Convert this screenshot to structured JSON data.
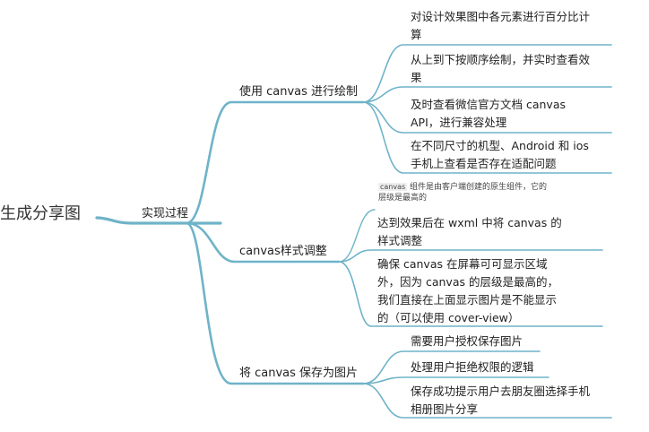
{
  "root": {
    "label": "生成分享图"
  },
  "level1": {
    "label": "实现过程"
  },
  "branches": [
    {
      "label": "使用 canvas 进行绘制",
      "children": [
        {
          "line1": "对设计效果图中各元素进行百分比计",
          "line2": "算"
        },
        {
          "line1": "从上到下按顺序绘制，并实时查看效",
          "line2": "果"
        },
        {
          "line1": "及时查看微信官方文档 canvas",
          "line2": "API，进行兼容处理"
        },
        {
          "line1": "在不同尺寸的机型、Android 和 ios",
          "line2": "手机上查看是否存在适配问题"
        }
      ]
    },
    {
      "label": "canvas样式调整",
      "note": {
        "chip": "canvas",
        "line1": " 组件是由客户端创建的原生组件，它的",
        "line2": "层级是最高的"
      },
      "children": [
        {
          "line1": "达到效果后在 wxml 中将 canvas 的",
          "line2": "样式调整"
        },
        {
          "line1": "确保 canvas 在屏幕可可显示区域",
          "line2": "外，因为 canvas 的层级是最高的，",
          "line3": "我们直接在上面显示图片是不能显示",
          "line4": "的（可以使用 cover-view）"
        }
      ]
    },
    {
      "label": "将 canvas 保存为图片",
      "children": [
        {
          "line1": "需要用户授权保存图片"
        },
        {
          "line1": "处理用户拒绝权限的逻辑"
        },
        {
          "line1": "保存成功提示用户去朋友圈选择手机",
          "line2": "相册图片分享"
        }
      ]
    }
  ],
  "colors": {
    "branch": "#6fb3c8"
  }
}
